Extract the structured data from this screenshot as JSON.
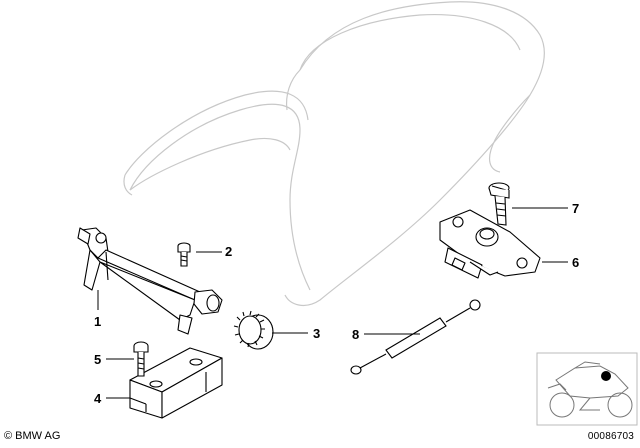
{
  "callouts": [
    {
      "id": "1",
      "label": "1",
      "part": "stand-bracket"
    },
    {
      "id": "2",
      "label": "2",
      "part": "small-screw"
    },
    {
      "id": "3",
      "label": "3",
      "part": "gear-wheel"
    },
    {
      "id": "4",
      "label": "4",
      "part": "mounting-block"
    },
    {
      "id": "5",
      "label": "5",
      "part": "block-bolt"
    },
    {
      "id": "6",
      "label": "6",
      "part": "seat-lock"
    },
    {
      "id": "7",
      "label": "7",
      "part": "lock-screw"
    },
    {
      "id": "8",
      "label": "8",
      "part": "bowden-cable"
    }
  ],
  "footer": {
    "copyright": "© BMW AG",
    "document_number": "00086703"
  },
  "colors": {
    "line": "#000000",
    "seat_outline": "#c8c8c8",
    "thumbnail_marker": "#000000"
  }
}
